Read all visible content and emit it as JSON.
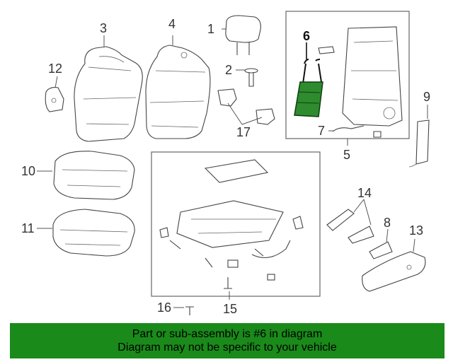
{
  "colors": {
    "banner_background": "#1a8a1a",
    "highlight_part": "#2e8b2e",
    "line_art": "#444444"
  },
  "callouts": {
    "c1": "1",
    "c2": "2",
    "c3": "3",
    "c4": "4",
    "c5": "5",
    "c6": "6",
    "c7": "7",
    "c8": "8",
    "c9": "9",
    "c10": "10",
    "c11": "11",
    "c12": "12",
    "c13": "13",
    "c14": "14",
    "c15": "15",
    "c16": "16",
    "c17": "17"
  },
  "banner": {
    "line1": "Part or sub-assembly is #6 in diagram",
    "line2": "Diagram may not be specific to your vehicle"
  }
}
